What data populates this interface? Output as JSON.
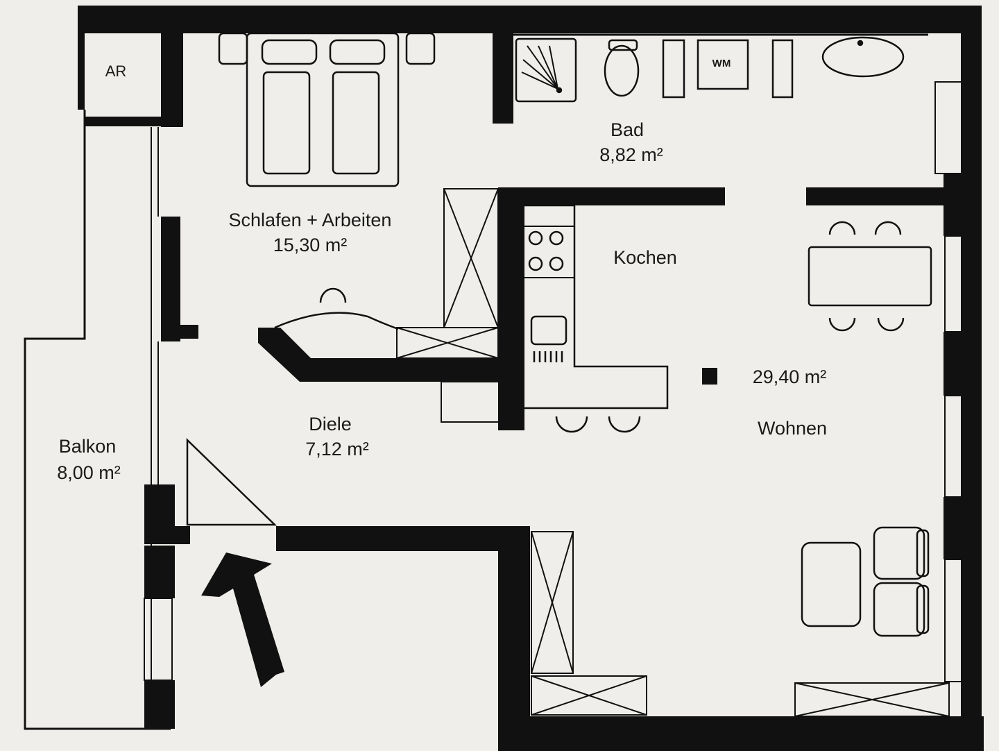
{
  "colors": {
    "paper": "#efeeea",
    "ink": "#111111",
    "background": "#e9e7e3"
  },
  "rooms": {
    "ar": {
      "name": "AR"
    },
    "schlafen": {
      "name": "Schlafen + Arbeiten",
      "area": "15,30 m²"
    },
    "bad": {
      "name": "Bad",
      "area": "8,82 m²"
    },
    "kochen": {
      "name": "Kochen"
    },
    "wohnen": {
      "name": "Wohnen",
      "area": "29,40 m²"
    },
    "diele": {
      "name": "Diele",
      "area": "7,12 m²"
    },
    "balkon": {
      "name": "Balkon",
      "area": "8,00 m²"
    }
  },
  "fixtures": {
    "washing_machine": "WM"
  },
  "icons": {
    "entrance": "entrance-arrow-icon",
    "shower": "shower-icon",
    "toilet": "toilet-icon",
    "sink": "washbasin-icon",
    "stove": "stove-icon",
    "bed": "double-bed-icon",
    "table": "dining-table-icon",
    "sofa": "sofa-icon"
  }
}
